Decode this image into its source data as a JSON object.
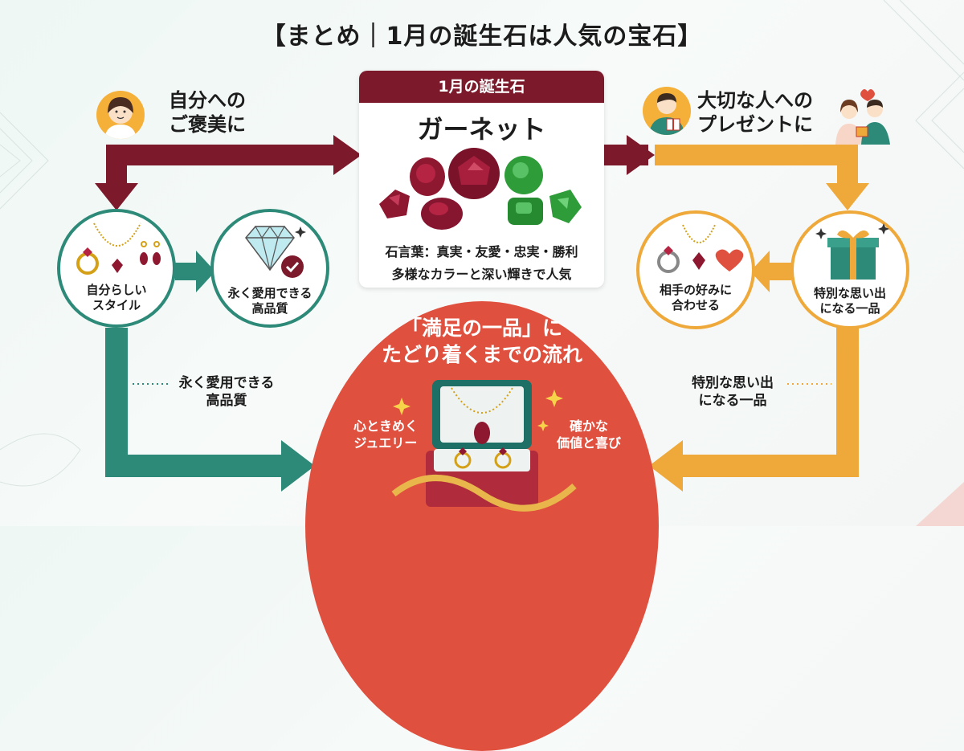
{
  "title": "【まとめ｜1月の誕生石は人気の宝石】",
  "left_top": {
    "line1": "自分への",
    "line2": "ご褒美に",
    "icon": "woman-avatar-icon"
  },
  "right_top": {
    "line1": "大切な人への",
    "line2": "プレゼントに",
    "icon": "couple-gift-icon"
  },
  "center_card": {
    "header": "1月の誕生石",
    "name": "ガーネット",
    "meaning": "石言葉：真実・友愛・忠実・勝利",
    "description": "多様なカラーと深い輝きで人気"
  },
  "left_circles": [
    {
      "line1": "自分らしい",
      "line2": "スタイル"
    },
    {
      "line1": "永く愛用できる",
      "line2": "高品質"
    }
  ],
  "right_circles": [
    {
      "line1": "相手の好みに",
      "line2": "合わせる"
    },
    {
      "line1": "特別な思い出",
      "line2": "になる一品"
    }
  ],
  "left_flow_label": {
    "line1": "永く愛用できる",
    "line2": "高品質"
  },
  "right_flow_label": {
    "line1": "特別な思い出",
    "line2": "になる一品"
  },
  "dome": {
    "line1": "「満足の一品」に",
    "line2": "たどり着くまでの流れ",
    "left_line1": "心ときめく",
    "left_line2": "ジュエリー",
    "right_line1": "確かな",
    "right_line2": "価値と喜び"
  },
  "colors": {
    "wine": "#7c1a2c",
    "teal": "#2e8a78",
    "orange": "#efa93a",
    "red": "#e0503f",
    "garnet": "#8e1830",
    "green_garnet": "#2f9c3a"
  }
}
